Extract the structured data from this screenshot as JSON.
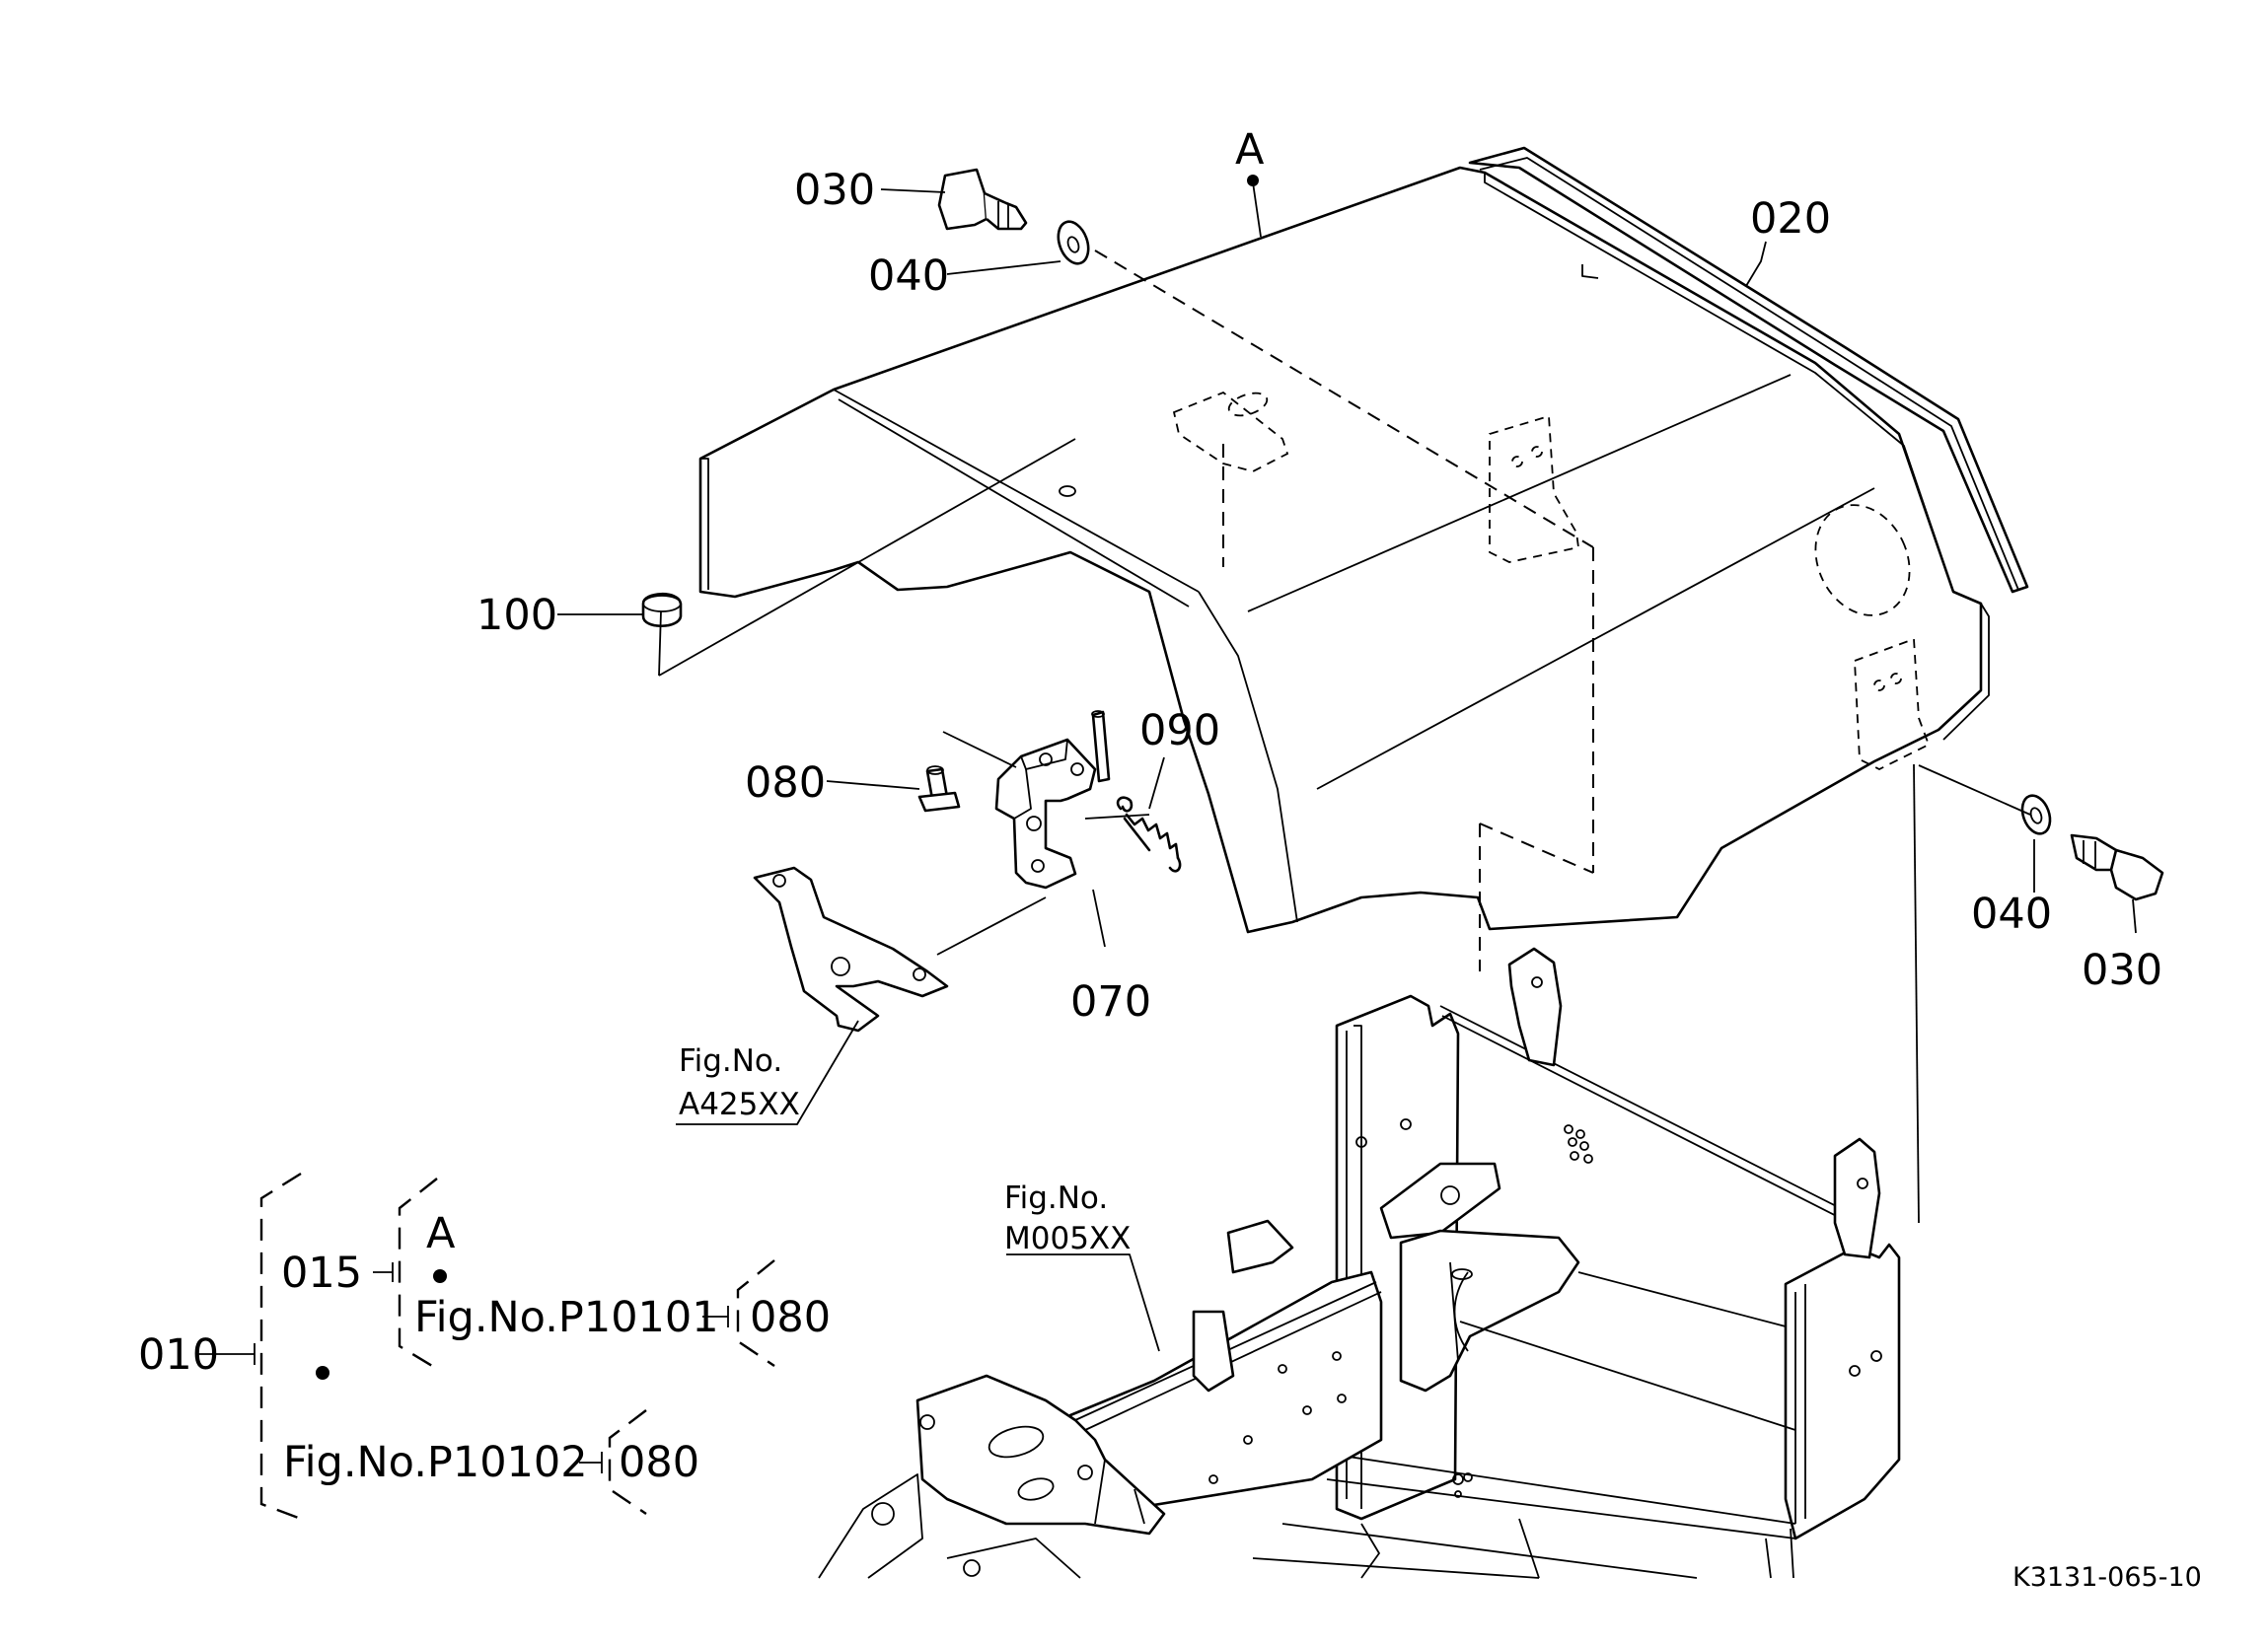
{
  "callouts": {
    "c030_top": "030",
    "c040_top": "040",
    "cA_top": "A",
    "c020": "020",
    "c100": "100",
    "c080": "080",
    "c090": "090",
    "c070": "070",
    "c040_right": "040",
    "c030_right": "030"
  },
  "references": {
    "a425_line1": "Fig.No.",
    "a425_line2": "A425XX",
    "m005_line1": "Fig.No.",
    "m005_line2": "M005XX"
  },
  "legend": {
    "c010": "010",
    "c015": "015",
    "cA": "A",
    "fig1": "Fig.No.P10101",
    "c080_a": "080",
    "fig2": "Fig.No.P10102",
    "c080_b": "080"
  },
  "drawing_code": "K3131-065-10",
  "icons": [
    "hood-cover-drawing",
    "bolt-icon",
    "washer-icon",
    "plug-icon",
    "latch-bracket-icon",
    "spring-icon",
    "frame-drawing",
    "connector-dot-icon"
  ]
}
